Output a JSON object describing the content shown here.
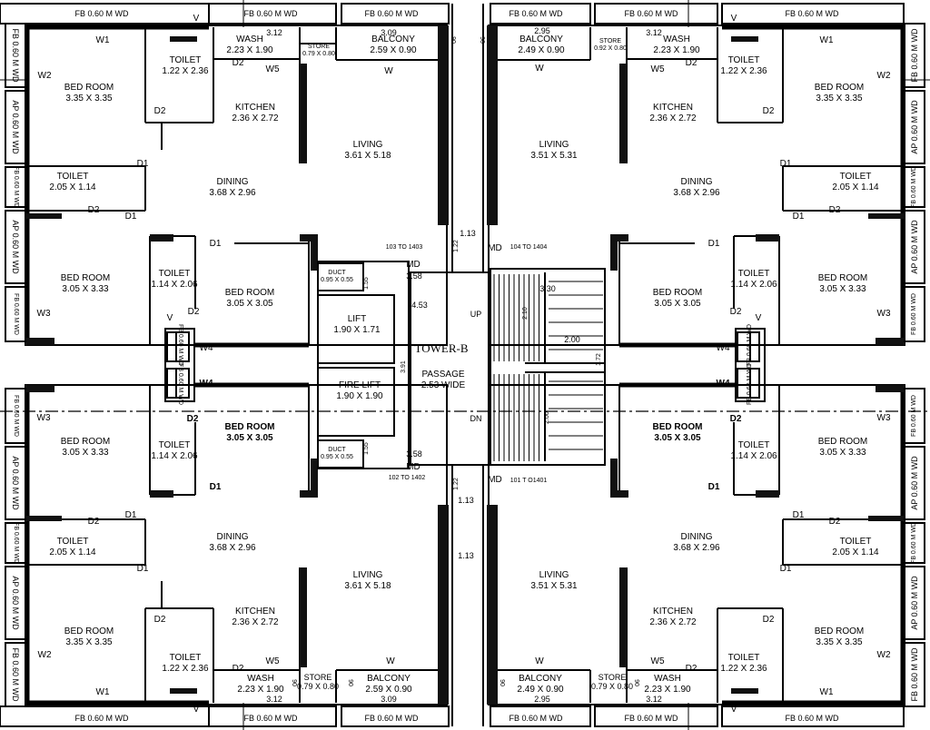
{
  "tower": {
    "name": "TOWER-B",
    "passage_name": "PASSAGE",
    "passage_dim": "2.53 WIDE"
  },
  "units_tag": {
    "tl": "103 TO 1403",
    "tr": "104 TO 1404",
    "bl": "102 TO 1402",
    "br": "101 T O1401"
  },
  "rooms": {
    "bedroom": "BED ROOM",
    "toilet": "TOILET",
    "kitchen": "KITCHEN",
    "dining": "DINING",
    "living": "LIVING",
    "wash": "WASH",
    "store": "STORE",
    "balcony": "BALCONY",
    "lift": "LIFT",
    "fire_lift": "FIRE LIFT",
    "duct": "DUCT"
  },
  "dims": {
    "bed_335": "3.35 X 3.35",
    "bed_305_333": "3.05 X 3.33",
    "bed_305": "3.05 X 3.05",
    "toilet_122": "1.22 X 2.36",
    "toilet_205": "2.05 X 1.14",
    "toilet_114": "1.14 X 2.06",
    "kitchen": "2.36 X 2.72",
    "dining": "3.68 X 2.96",
    "living_l": "3.61 X 5.18",
    "living_r": "3.51 X 5.31",
    "wash": "2.23 X 1.90",
    "store_l": "0.79 X 0.80",
    "store_r": "0.92 X 0.80",
    "store_br": "0.79 X 0.80",
    "balcony_l": "2.59 X 0.90",
    "balcony_r": "2.49 X 0.90",
    "lift": "1.90 X 1.71",
    "fire_lift": "1.90 X 1.90",
    "duct": "0.95 X 0.55"
  },
  "shafts": {
    "fb": "FB 0.60 M WD",
    "ap": "AP 0.60 M WD",
    "fb_short": "FB 0.60 M WD",
    "fb_v": "FB 0.60 M WD"
  },
  "tags": {
    "w1": "W1",
    "w2": "W2",
    "w3": "W3",
    "w4": "W4",
    "w5": "W5",
    "w": "W",
    "d1": "D1",
    "d2": "D2",
    "v": "V",
    "md": "MD",
    "up": "UP",
    "dn": "DN"
  },
  "measures": {
    "m312": "3.12",
    "m309": "3.09",
    "m295": "2.95",
    "m90": "90",
    "m113": "1.13",
    "m122": "1.22",
    "m358": "3.58",
    "m453": "4.53",
    "m391": "3.91",
    "m330": "3.30",
    "m200": "2.00",
    "m210": "2.10",
    "m155": "1.55",
    "m172": "1.72"
  }
}
